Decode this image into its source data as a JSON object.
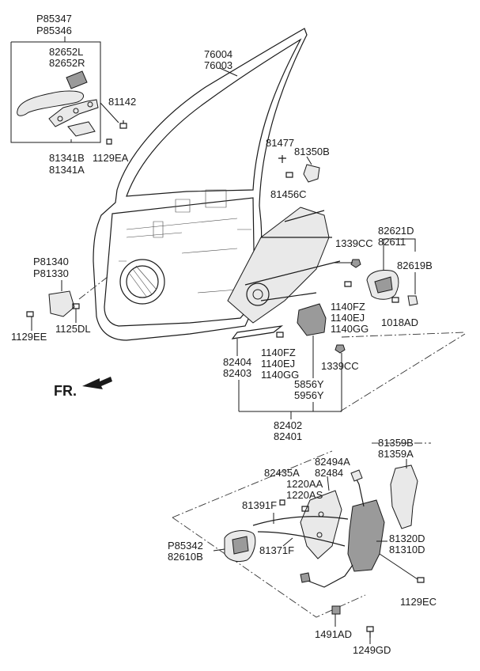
{
  "labels": {
    "p85347": "P85347",
    "p85346": "P85346",
    "l82652l": "82652L",
    "l82652r": "82652R",
    "l81142": "81142",
    "l81341b": "81341B",
    "l81341a": "81341A",
    "l1129ea": "1129EA",
    "l76004": "76004",
    "l76003": "76003",
    "l81477": "81477",
    "l81350b": "81350B",
    "l81456c": "81456C",
    "l82621d": "82621D",
    "l82611": "82611",
    "l1339cc_a": "1339CC",
    "l82619b": "82619B",
    "p81340": "P81340",
    "p81330": "P81330",
    "l1140fz_a": "1140FZ",
    "l1140ej_a": "1140EJ",
    "l1140gg_a": "1140GG",
    "l1018ad": "1018AD",
    "l1129ee": "1129EE",
    "l1125dl": "1125DL",
    "l82404": "82404",
    "l82403": "82403",
    "l1140fz_b": "1140FZ",
    "l1140ej_b": "1140EJ",
    "l1140gg_b": "1140GG",
    "l1339cc_b": "1339CC",
    "l5856y": "5856Y",
    "l5956y": "5956Y",
    "fr": "FR.",
    "l82402": "82402",
    "l82401": "82401",
    "l81359b": "81359B",
    "l81359a": "81359A",
    "l82494a": "82494A",
    "l82435a": "82435A",
    "l82484": "82484",
    "l1220aa": "1220AA",
    "l1220as": "1220AS",
    "l81391f": "81391F",
    "p85342": "P85342",
    "l82610b": "82610B",
    "l81371f": "81371F",
    "l81320d": "81320D",
    "l81310d": "81310D",
    "l1129ec": "1129EC",
    "l1491ad": "1491AD",
    "l1249gd": "1249GD"
  }
}
